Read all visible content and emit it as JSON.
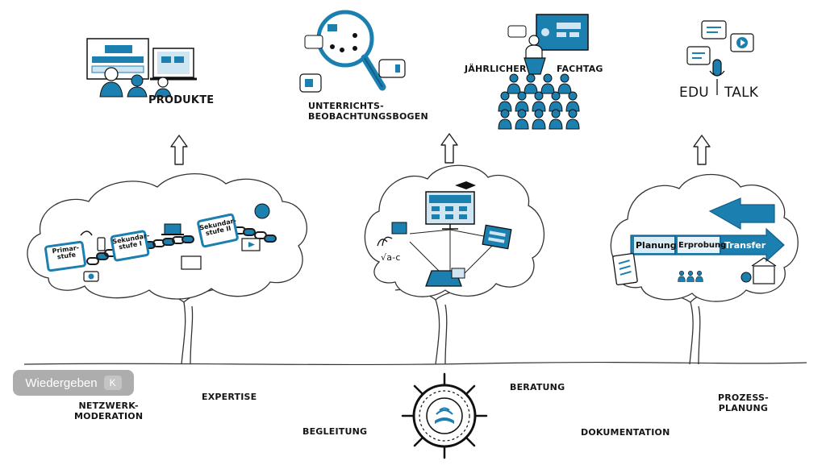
{
  "colors": {
    "accent": "#1b7fb0",
    "accent_dark": "#0f5f8c",
    "ink": "#1a1a1a",
    "light_blue": "#cfe6f2"
  },
  "top_labels": {
    "produkte": "PRODUKTE",
    "beobachtung": "UNTERRICHTS-\nBEOBACHTUNGSBOGEN",
    "fachtag_left": "JÄHRLICHER",
    "fachtag_right": "FACHTAG",
    "edu": "EDU",
    "talk": "TALK"
  },
  "tree_left": {
    "tag_primar": "Primar-\nstufe",
    "tag_sek1": "Sekundar-\nstufe I",
    "tag_sek2": "Sekundar-\nstufe II"
  },
  "tree_right": {
    "steps": [
      "Planung",
      "Erprobung",
      "Transfer"
    ]
  },
  "bottom_labels": {
    "netzwerk": "NETZWERK-\nMODERATION",
    "expertise": "EXPERTISE",
    "begleitung": "BEGLEITUNG",
    "beratung": "BERATUNG",
    "dokumentation": "DOKUMENTATION",
    "prozess": "PROZESS-\nPLANUNG"
  },
  "math_note": "√a-c",
  "player": {
    "play_label": "Wiedergeben",
    "shortcut_key": "K"
  }
}
